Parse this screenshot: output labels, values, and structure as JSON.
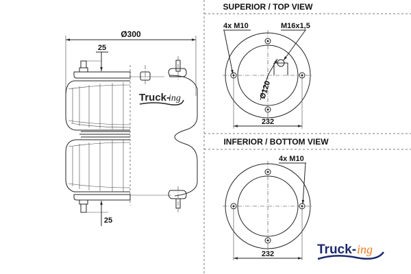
{
  "side_view": {
    "diameter_label": "Ø300",
    "top_offset_label": "25",
    "bottom_offset_label": "25",
    "logo": {
      "main": "Truck-",
      "suffix": "ing"
    }
  },
  "top_view": {
    "title": "SUPERIOR / TOP VIEW",
    "bolts_label": "4x M10",
    "air_port_label": "M16x1,5",
    "inner_diameter_label": "Ø120",
    "bolt_spacing_label": "232"
  },
  "bottom_view": {
    "title": "INFERIOR / BOTTOM VIEW",
    "bolts_label": "4x M10",
    "bolt_spacing_label": "232"
  },
  "brand_logo": {
    "main": "Truck-",
    "suffix": "ing"
  },
  "colors": {
    "brand_navy": "#1a2a6c",
    "brand_orange": "#f07a1a"
  }
}
